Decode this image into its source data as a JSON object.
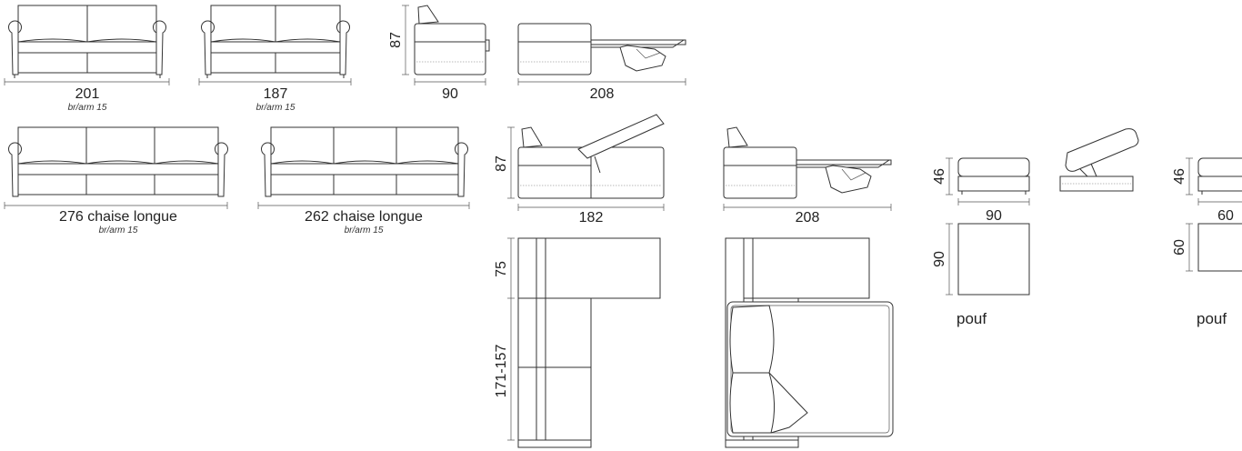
{
  "items": {
    "sofa_201": {
      "dimension": "201",
      "arm": "br/arm 15"
    },
    "sofa_187": {
      "dimension": "187",
      "arm": "br/arm 15"
    },
    "sofa_276": {
      "dimension": "276 chaise longue",
      "arm": "br/arm 15"
    },
    "sofa_262": {
      "dimension": "262 chaise longue",
      "arm": "br/arm 15"
    },
    "side": {
      "height": "87",
      "depth": "90"
    },
    "bed_side": {
      "depth": "208"
    },
    "chaise_side": {
      "height": "87",
      "depth": "182"
    },
    "chaise_bed_side": {
      "depth": "208"
    },
    "chaise_top": {
      "chaise_width": "75",
      "seat_width": "171-157"
    },
    "pouf_large": {
      "height": "46",
      "width": "90",
      "depth": "90",
      "label": "pouf"
    },
    "pouf_small": {
      "height": "46",
      "width": "60",
      "depth": "60",
      "label": "pouf"
    }
  }
}
